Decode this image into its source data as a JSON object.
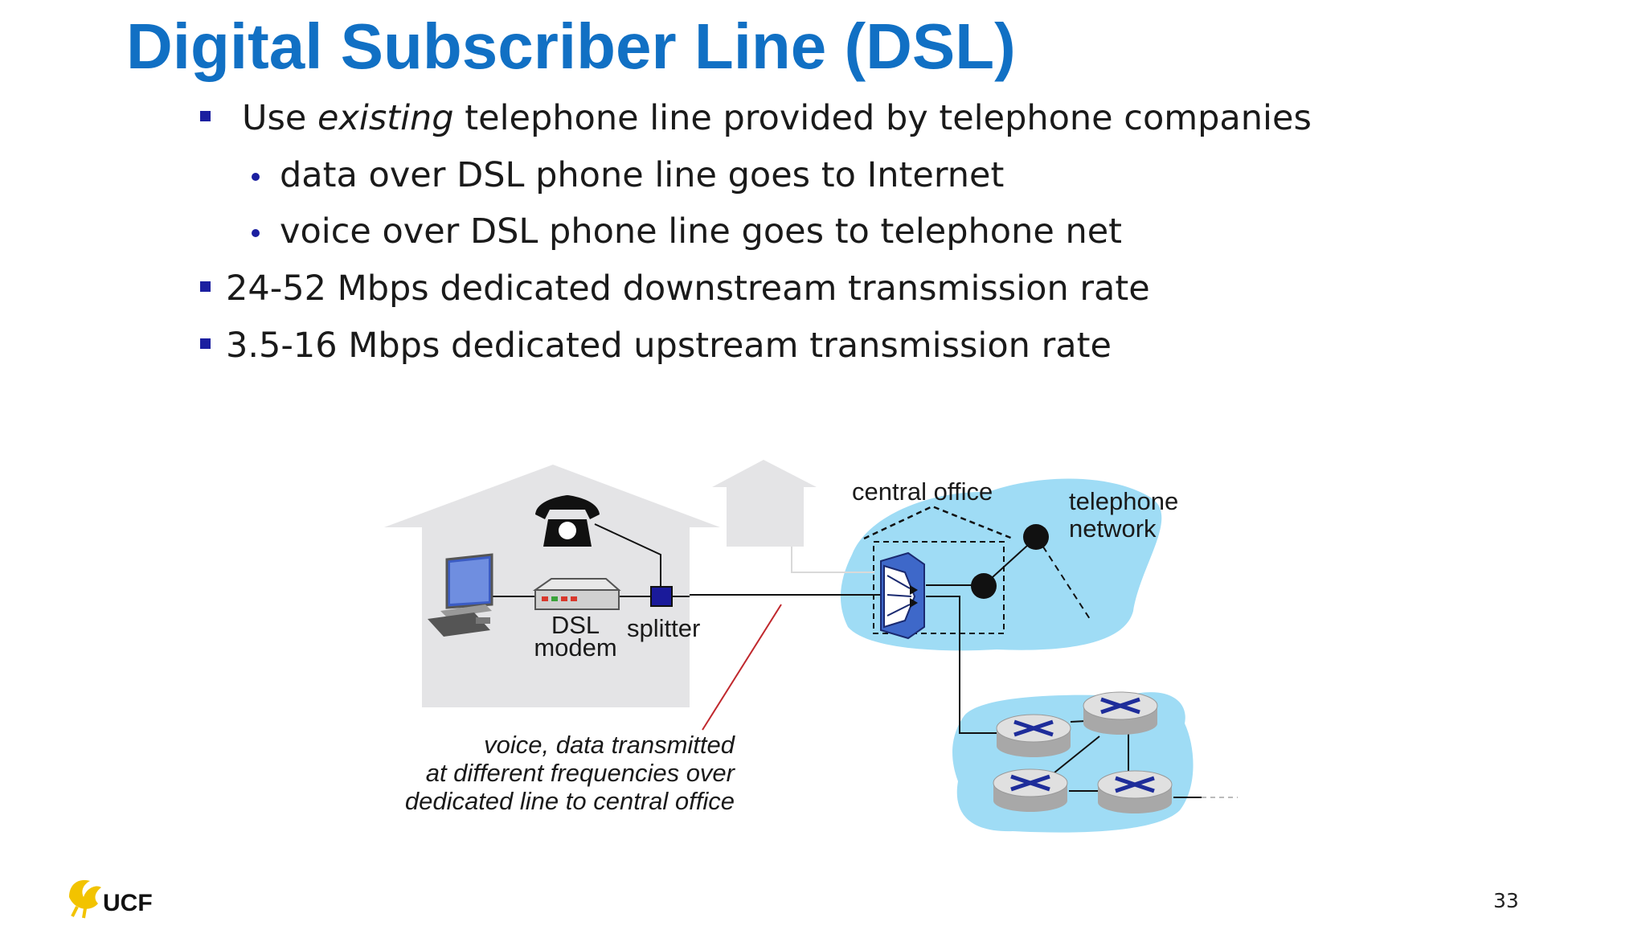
{
  "slide": {
    "title": "Digital Subscriber Line (DSL)",
    "page_number": "33",
    "logo_text": "UCF"
  },
  "bullets": [
    {
      "pre": "Use ",
      "em": "existing",
      "post": " telephone line provided by telephone companies",
      "sub": [
        "data over DSL phone line goes to Internet",
        "voice over DSL phone line goes to telephone net"
      ]
    },
    {
      "text": "24-52 Mbps dedicated downstream transmission rate"
    },
    {
      "text": "3.5-16 Mbps dedicated upstream transmission rate"
    }
  ],
  "diagram": {
    "labels": {
      "dsl_modem_line1": "DSL",
      "dsl_modem_line2": "modem",
      "splitter": "splitter",
      "central_office": "central office",
      "telephone_network_line1": "telephone",
      "telephone_network_line2": "network"
    },
    "annotation": [
      "voice, data transmitted",
      "at different frequencies over",
      "dedicated line to central office"
    ],
    "colors": {
      "cloud": "#9fdcf5",
      "house": "#e4e4e6",
      "splitter": "#1a1a9a",
      "annotation_line": "#c0282d",
      "title": "#1170c4",
      "bullet": "#1b1fa0",
      "logo_gold": "#f2c300"
    },
    "icons": [
      "computer-icon",
      "telephone-icon",
      "dsl-modem-icon",
      "splitter-icon",
      "dslam-icon",
      "switch-icon",
      "router-icon"
    ]
  }
}
